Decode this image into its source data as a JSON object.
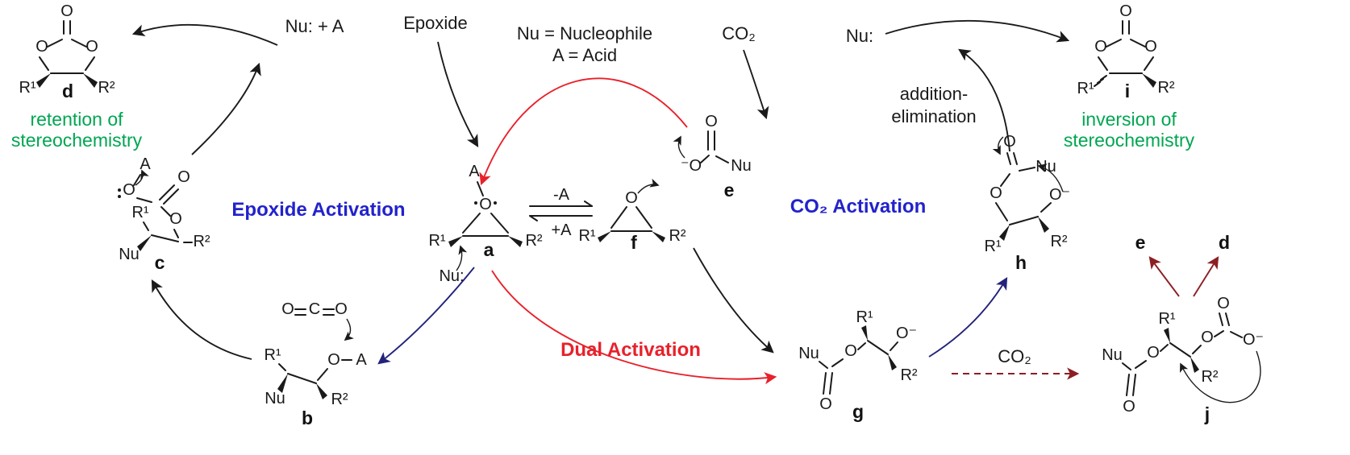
{
  "palette": {
    "ink": "#1a1a1a",
    "green": "#00a651",
    "blue": "#2222cc",
    "red": "#e8212b",
    "dark_red": "#8b1f24",
    "dark_blue": "#23237a"
  },
  "flow": {
    "nu_plus_a": "Nu: + A",
    "epoxide": "Epoxide",
    "nu_def": "Nu = Nucleophile",
    "a_def": "A = Acid",
    "co2": "CO₂",
    "nu": "Nu:",
    "addition": "addition-",
    "elimination": "elimination",
    "minus_a": "-A",
    "plus_a": "+A"
  },
  "titles": {
    "left": "Epoxide Activation",
    "right": "CO₂ Activation",
    "bottom": "Dual Activation"
  },
  "captions": {
    "retention_1": "retention of",
    "retention_2": "stereochemistry",
    "inversion_1": "inversion of",
    "inversion_2": "stereochemistry"
  },
  "atoms": {
    "O": "O",
    "C": "C",
    "A": "A",
    "Nu": "Nu",
    "NuColon": "Nu:",
    "R1": "R¹",
    "R2": "R²",
    "OminusR": "O⁻",
    "OminusL": "⁻O"
  },
  "structures": {
    "a": "a",
    "b": "b",
    "c": "c",
    "d": "d",
    "e": "e",
    "f": "f",
    "g": "g",
    "h": "h",
    "i": "i",
    "j": "j"
  },
  "products_from_j": {
    "left": "e",
    "right": "d"
  }
}
